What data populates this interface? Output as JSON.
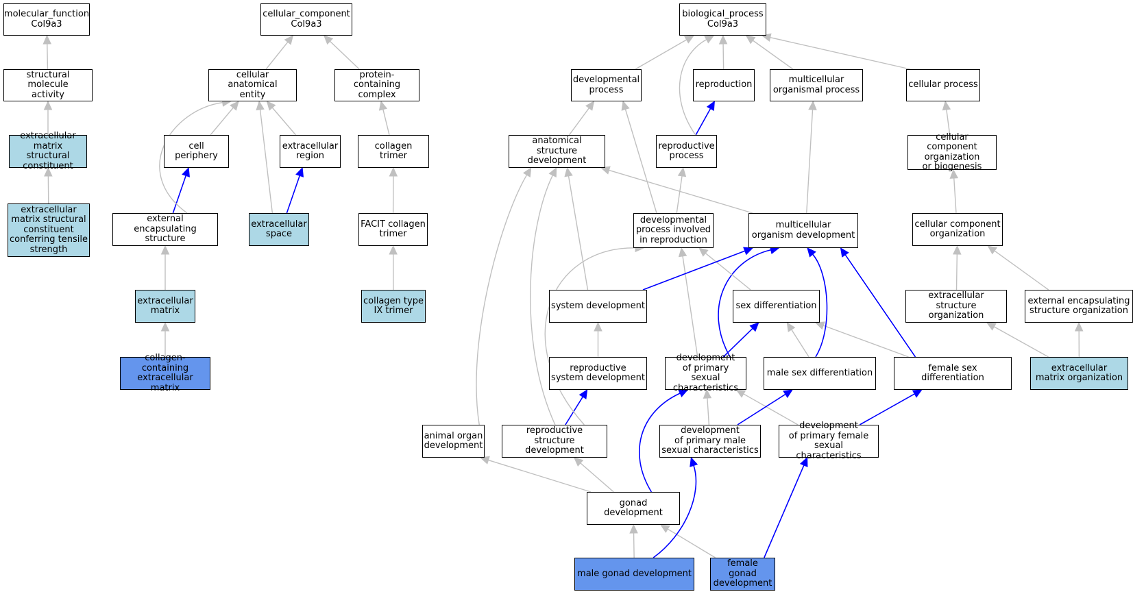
{
  "colors": {
    "is_a_edge": "#c0c0c0",
    "part_of_edge": "#0000ff",
    "node_plain": "#ffffff",
    "node_light": "#add8e6",
    "node_highlight": "#6495ed"
  },
  "nodes": {
    "mf_root": {
      "text": "molecular_function\nCol9a3",
      "fill": "plain"
    },
    "struct_mol_activity": {
      "text": "structural molecule\nactivity",
      "fill": "plain"
    },
    "ecm_struct_constituent": {
      "text": "extracellular\nmatrix structural\nconstituent",
      "fill": "light"
    },
    "ecm_struct_tensile": {
      "text": "extracellular\nmatrix structural\nconstituent\nconferring tensile\nstrength",
      "fill": "light"
    },
    "cc_root": {
      "text": "cellular_component\nCol9a3",
      "fill": "plain"
    },
    "cell_anat_entity": {
      "text": "cellular anatomical\nentity",
      "fill": "plain"
    },
    "protein_complex": {
      "text": "protein-containing\ncomplex",
      "fill": "plain"
    },
    "cell_periphery": {
      "text": "cell periphery",
      "fill": "plain"
    },
    "extracellular_region": {
      "text": "extracellular\nregion",
      "fill": "plain"
    },
    "collagen_trimer": {
      "text": "collagen trimer",
      "fill": "plain"
    },
    "ext_encap_structure": {
      "text": "external encapsulating\nstructure",
      "fill": "plain"
    },
    "extracellular_space": {
      "text": "extracellular\nspace",
      "fill": "light"
    },
    "facit_collagen_trimer": {
      "text": "FACIT collagen\ntrimer",
      "fill": "plain"
    },
    "extracellular_matrix": {
      "text": "extracellular\nmatrix",
      "fill": "light"
    },
    "collagen_ix_trimer": {
      "text": "collagen type\nIX trimer",
      "fill": "light"
    },
    "collagen_containing_ecm": {
      "text": "collagen-containing\nextracellular\nmatrix",
      "fill": "blue"
    },
    "bp_root": {
      "text": "biological_process\nCol9a3",
      "fill": "plain"
    },
    "developmental_process": {
      "text": "developmental\nprocess",
      "fill": "plain"
    },
    "reproduction": {
      "text": "reproduction",
      "fill": "plain"
    },
    "multicellular_org_process": {
      "text": "multicellular\norganismal process",
      "fill": "plain"
    },
    "cellular_process": {
      "text": "cellular process",
      "fill": "plain"
    },
    "anat_structure_dev": {
      "text": "anatomical structure\ndevelopment",
      "fill": "plain"
    },
    "reproductive_process": {
      "text": "reproductive\nprocess",
      "fill": "plain"
    },
    "cc_org_biogenesis": {
      "text": "cellular component\norganization\nor biogenesis",
      "fill": "plain"
    },
    "dev_process_reproduction": {
      "text": "developmental\nprocess involved\nin reproduction",
      "fill": "plain"
    },
    "multicellular_org_dev": {
      "text": "multicellular\norganism development",
      "fill": "plain"
    },
    "cc_organization": {
      "text": "cellular component\norganization",
      "fill": "plain"
    },
    "system_dev": {
      "text": "system development",
      "fill": "plain"
    },
    "sex_differentiation": {
      "text": "sex differentiation",
      "fill": "plain"
    },
    "ecs_organization": {
      "text": "extracellular\nstructure organization",
      "fill": "plain"
    },
    "ext_encap_org": {
      "text": "external encapsulating\nstructure organization",
      "fill": "plain"
    },
    "reproductive_system_dev": {
      "text": "reproductive\nsystem development",
      "fill": "plain"
    },
    "dev_primary_sexual": {
      "text": "development\nof primary sexual\ncharacteristics",
      "fill": "plain"
    },
    "male_sex_diff": {
      "text": "male sex differentiation",
      "fill": "plain"
    },
    "female_sex_diff": {
      "text": "female sex differentiation",
      "fill": "plain"
    },
    "ecm_organization": {
      "text": "extracellular\nmatrix organization",
      "fill": "light"
    },
    "animal_organ_dev": {
      "text": "animal organ\ndevelopment",
      "fill": "plain"
    },
    "reproductive_structure_dev": {
      "text": "reproductive\nstructure development",
      "fill": "plain"
    },
    "dev_primary_male": {
      "text": "development\nof primary male\nsexual characteristics",
      "fill": "plain"
    },
    "dev_primary_female": {
      "text": "development\nof primary female\nsexual characteristics",
      "fill": "plain"
    },
    "gonad_dev": {
      "text": "gonad development",
      "fill": "plain"
    },
    "male_gonad_dev": {
      "text": "male gonad development",
      "fill": "blue"
    },
    "female_gonad_dev": {
      "text": "female gonad\ndevelopment",
      "fill": "blue"
    }
  },
  "edges": [
    {
      "from": "struct_mol_activity",
      "to": "mf_root",
      "type": "is_a"
    },
    {
      "from": "ecm_struct_constituent",
      "to": "struct_mol_activity",
      "type": "is_a"
    },
    {
      "from": "ecm_struct_tensile",
      "to": "ecm_struct_constituent",
      "type": "is_a"
    },
    {
      "from": "cell_anat_entity",
      "to": "cc_root",
      "type": "is_a"
    },
    {
      "from": "protein_complex",
      "to": "cc_root",
      "type": "is_a"
    },
    {
      "from": "cell_periphery",
      "to": "cell_anat_entity",
      "type": "is_a"
    },
    {
      "from": "extracellular_region",
      "to": "cell_anat_entity",
      "type": "is_a"
    },
    {
      "from": "ext_encap_structure",
      "to": "cell_anat_entity",
      "type": "is_a"
    },
    {
      "from": "extracellular_space",
      "to": "cell_anat_entity",
      "type": "is_a"
    },
    {
      "from": "ext_encap_structure",
      "to": "cell_periphery",
      "type": "part_of"
    },
    {
      "from": "extracellular_space",
      "to": "extracellular_region",
      "type": "part_of"
    },
    {
      "from": "collagen_trimer",
      "to": "protein_complex",
      "type": "is_a"
    },
    {
      "from": "facit_collagen_trimer",
      "to": "collagen_trimer",
      "type": "is_a"
    },
    {
      "from": "extracellular_matrix",
      "to": "ext_encap_structure",
      "type": "is_a"
    },
    {
      "from": "collagen_ix_trimer",
      "to": "facit_collagen_trimer",
      "type": "is_a"
    },
    {
      "from": "collagen_containing_ecm",
      "to": "extracellular_matrix",
      "type": "is_a"
    },
    {
      "from": "developmental_process",
      "to": "bp_root",
      "type": "is_a"
    },
    {
      "from": "reproduction",
      "to": "bp_root",
      "type": "is_a"
    },
    {
      "from": "multicellular_org_process",
      "to": "bp_root",
      "type": "is_a"
    },
    {
      "from": "cellular_process",
      "to": "bp_root",
      "type": "is_a"
    },
    {
      "from": "reproductive_process",
      "to": "bp_root",
      "type": "is_a"
    },
    {
      "from": "reproductive_process",
      "to": "reproduction",
      "type": "part_of"
    },
    {
      "from": "anat_structure_dev",
      "to": "developmental_process",
      "type": "is_a"
    },
    {
      "from": "dev_process_reproduction",
      "to": "developmental_process",
      "type": "is_a"
    },
    {
      "from": "dev_process_reproduction",
      "to": "reproductive_process",
      "type": "is_a"
    },
    {
      "from": "multicellular_org_dev",
      "to": "multicellular_org_process",
      "type": "is_a"
    },
    {
      "from": "multicellular_org_dev",
      "to": "anat_structure_dev",
      "type": "is_a"
    },
    {
      "from": "cc_org_biogenesis",
      "to": "cellular_process",
      "type": "is_a"
    },
    {
      "from": "cc_organization",
      "to": "cc_org_biogenesis",
      "type": "is_a"
    },
    {
      "from": "system_dev",
      "to": "anat_structure_dev",
      "type": "is_a"
    },
    {
      "from": "system_dev",
      "to": "multicellular_org_dev",
      "type": "part_of"
    },
    {
      "from": "sex_differentiation",
      "to": "dev_process_reproduction",
      "type": "is_a"
    },
    {
      "from": "ecs_organization",
      "to": "cc_organization",
      "type": "is_a"
    },
    {
      "from": "ext_encap_org",
      "to": "cc_organization",
      "type": "is_a"
    },
    {
      "from": "reproductive_system_dev",
      "to": "system_dev",
      "type": "is_a"
    },
    {
      "from": "dev_primary_sexual",
      "to": "dev_process_reproduction",
      "type": "is_a"
    },
    {
      "from": "dev_primary_sexual",
      "to": "multicellular_org_dev",
      "type": "part_of"
    },
    {
      "from": "dev_primary_sexual",
      "to": "sex_differentiation",
      "type": "part_of"
    },
    {
      "from": "male_sex_diff",
      "to": "sex_differentiation",
      "type": "is_a"
    },
    {
      "from": "male_sex_diff",
      "to": "multicellular_org_dev",
      "type": "part_of"
    },
    {
      "from": "female_sex_diff",
      "to": "sex_differentiation",
      "type": "is_a"
    },
    {
      "from": "female_sex_diff",
      "to": "multicellular_org_dev",
      "type": "part_of"
    },
    {
      "from": "ecm_organization",
      "to": "ecs_organization",
      "type": "is_a"
    },
    {
      "from": "ecm_organization",
      "to": "ext_encap_org",
      "type": "is_a"
    },
    {
      "from": "animal_organ_dev",
      "to": "anat_structure_dev",
      "type": "is_a"
    },
    {
      "from": "reproductive_structure_dev",
      "to": "anat_structure_dev",
      "type": "is_a"
    },
    {
      "from": "reproductive_structure_dev",
      "to": "dev_process_reproduction",
      "type": "is_a"
    },
    {
      "from": "reproductive_structure_dev",
      "to": "reproductive_system_dev",
      "type": "part_of"
    },
    {
      "from": "dev_primary_male",
      "to": "dev_primary_sexual",
      "type": "is_a"
    },
    {
      "from": "dev_primary_male",
      "to": "male_sex_diff",
      "type": "part_of"
    },
    {
      "from": "dev_primary_female",
      "to": "dev_primary_sexual",
      "type": "is_a"
    },
    {
      "from": "dev_primary_female",
      "to": "female_sex_diff",
      "type": "part_of"
    },
    {
      "from": "gonad_dev",
      "to": "animal_organ_dev",
      "type": "is_a"
    },
    {
      "from": "gonad_dev",
      "to": "reproductive_structure_dev",
      "type": "is_a"
    },
    {
      "from": "gonad_dev",
      "to": "dev_primary_sexual",
      "type": "part_of"
    },
    {
      "from": "male_gonad_dev",
      "to": "gonad_dev",
      "type": "is_a"
    },
    {
      "from": "male_gonad_dev",
      "to": "dev_primary_male",
      "type": "part_of"
    },
    {
      "from": "female_gonad_dev",
      "to": "gonad_dev",
      "type": "is_a"
    },
    {
      "from": "female_gonad_dev",
      "to": "dev_primary_female",
      "type": "part_of"
    }
  ]
}
